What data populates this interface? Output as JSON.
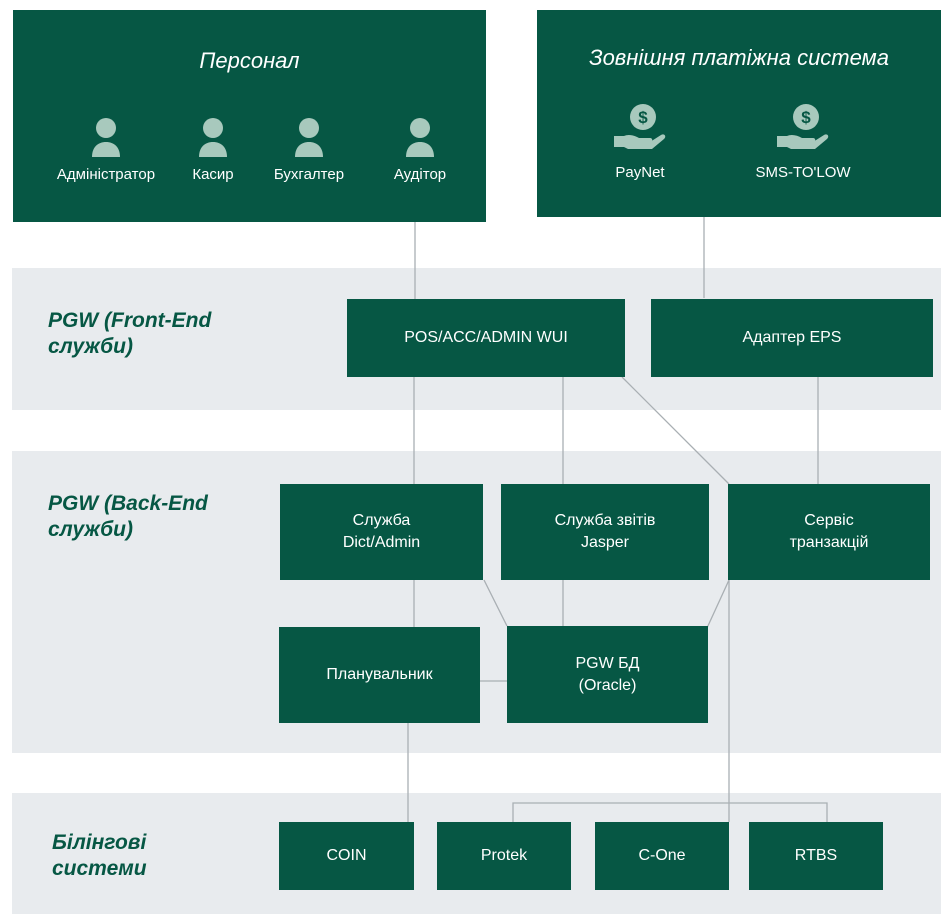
{
  "staff": {
    "title": "Персонал",
    "members": [
      {
        "label": "Адміністратор",
        "icon": "person-icon"
      },
      {
        "label": "Касир",
        "icon": "person-icon"
      },
      {
        "label": "Бухгалтер",
        "icon": "person-icon"
      },
      {
        "label": "Аудітор",
        "icon": "person-icon"
      }
    ]
  },
  "external": {
    "title": "Зовнішня платіжна система",
    "systems": [
      {
        "label": "PayNet",
        "icon": "money-hand-icon"
      },
      {
        "label": "SMS-TO'LOW",
        "icon": "money-hand-icon"
      }
    ]
  },
  "bands": {
    "front_end": {
      "line1": "PGW (Front-End",
      "line2": "служби)"
    },
    "back_end": {
      "line1": "PGW (Back-End",
      "line2": "служби)"
    },
    "billing": {
      "line1": "Білінгові",
      "line2": "системи"
    }
  },
  "nodes": {
    "wui": "POS/ACC/ADMIN WUI",
    "eps_adapter": "Адаптер EPS",
    "dict_admin": {
      "line1": "Служба",
      "line2": "Dict/Admin"
    },
    "jasper": {
      "line1": "Служба звітів",
      "line2": "Jasper"
    },
    "transactions": {
      "line1": "Сервіс",
      "line2": "транзакцій"
    },
    "scheduler": "Планувальник",
    "db": {
      "line1": "PGW БД",
      "line2": "(Oracle)"
    },
    "coin": "COIN",
    "protek": "Protek",
    "cone": "C-One",
    "rtbs": "RTBS"
  },
  "colors": {
    "box": "#065744",
    "band": "#e8ebee",
    "connector": "#a9afb3",
    "person_icon": "#a8c9bd"
  }
}
